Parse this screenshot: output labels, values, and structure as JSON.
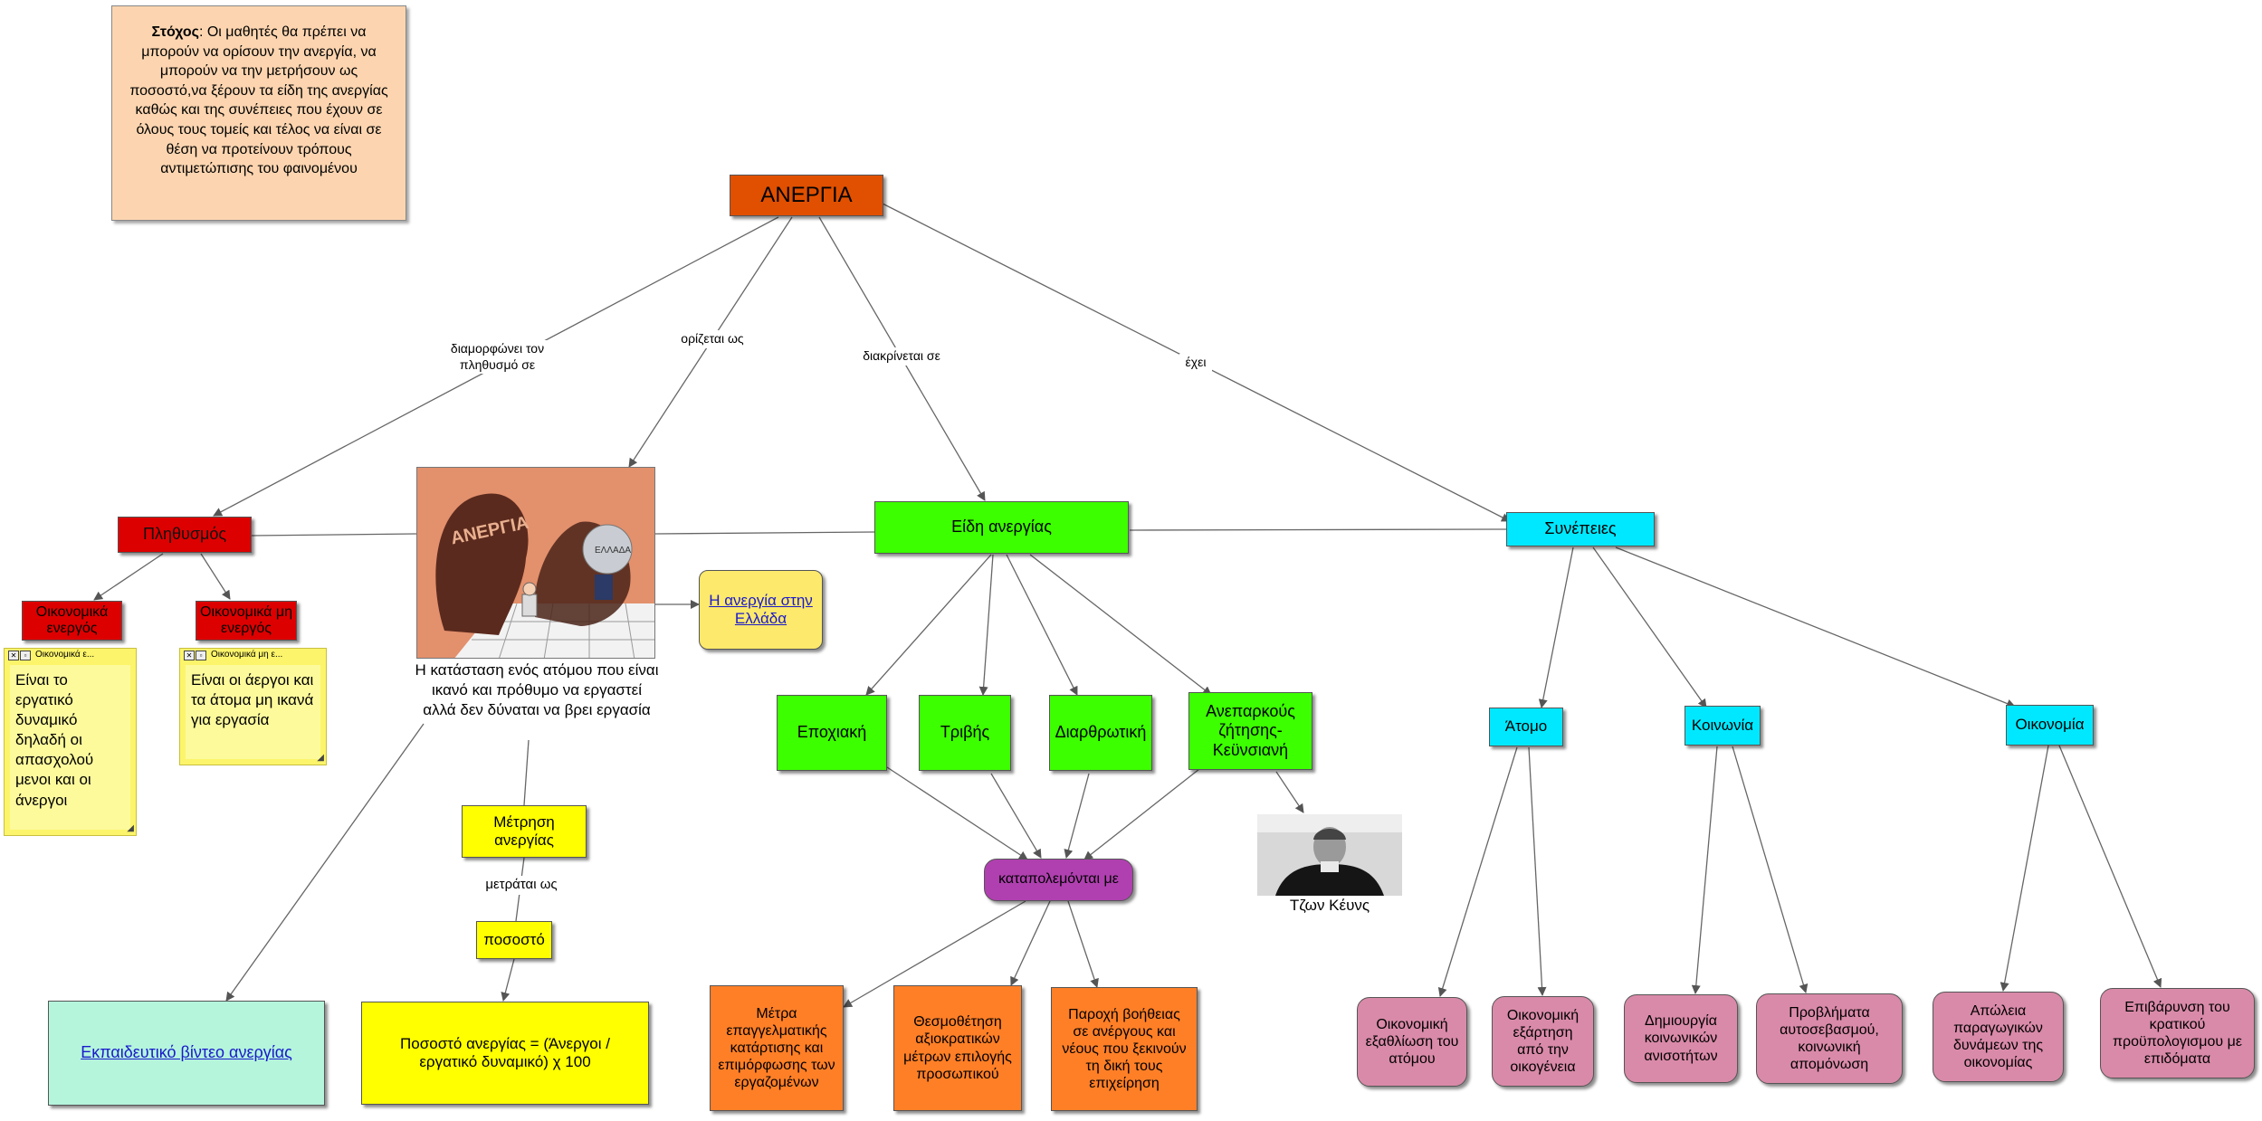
{
  "goal": {
    "bold": "Στόχος",
    "text": ": Οι μαθητές θα πρέπει να μπορούν να ορίσουν την ανεργία, να μπορούν να την μετρήσουν ως ποσοστό,να ξέρουν τα είδη της ανεργίας καθώς και της συνέπειες που έχουν σε όλους τους τομείς και τέλος να είναι σε θέση να προτείνουν τρόπους αντιμετώπισης του φαινομένου"
  },
  "nodes": {
    "root": "ΑΝΕΡΓΙΑ",
    "population": "Πληθυσμός",
    "active": "Οικονομικά ενεργός",
    "inactive": "Οικονομικά μη ενεργός",
    "types": "Είδη ανεργίας",
    "consequences": "Συνέπειες",
    "greece_link": "Η ανεργία στην Ελλάδα",
    "definition": "Η κατάσταση ενός ατόμου που είναι ικανό και πρόθυμο να εργαστεί αλλά δεν δύναται να βρει εργασία",
    "measure": "Μέτρηση ανεργίας",
    "percent": "ποσοστό",
    "formula": "Ποσοστό ανεργίας = (Άνεργοι / εργατικό δυναμικό) χ 100",
    "video_link": "Εκπαιδευτικό βίντεο ανεργίας",
    "seasonal": "Εποχιακή",
    "frictional": "Τριβής",
    "structural": "Διαρθρωτική",
    "keynesian": "Ανεπαρκούς ζήτησης-Κεϋνσιανή",
    "combat": "καταπολεμόνται με",
    "keynes_caption": "Τζων Κέυνς",
    "m1": "Μέτρα επαγγελματικής κατάρτισης και επιμόρφωσης των εργαζομένων",
    "m2": "Θεσμοθέτηση αξιοκρατικών μέτρων επιλογής προσωπικού",
    "m3": "Παροχή βοήθειας σε ανέργους και νέους που ξεκινούν τη δική τους επιχείρηση",
    "individual": "Άτομο",
    "society": "Κοινωνία",
    "economy": "Οικονομία",
    "c1": "Οικονομική εξαθλίωση του ατόμου",
    "c2": "Οικονομική εξάρτηση από την οικογένεια",
    "c3": "Δημιουργία κοινωνικών ανισοτήτων",
    "c4": "Προβλήματα αυτοσεβασμού, κοινωνική απομόνωση",
    "c5": "Απώλεια παραγωγικών δυνάμεων της οικονομίας",
    "c6": "Επιβάρυνση του κρατικού προϋπολογισμου με επιδόματα"
  },
  "notes": {
    "active_title": "Οικονομικά ε...",
    "active_text": "Είναι το εργατικό δυναμικό δηλαδή οι απασχολού μενοι και οι άνεργοι",
    "inactive_title": "Οικονομικά μη ε...",
    "inactive_text": "Είναι οι άεργοι και τα άτομα μη ικανά για εργασία"
  },
  "links": {
    "shapes_population": "διαμορφώνει τον πληθυσμό σε",
    "defined_as": "ορίζεται ως",
    "divided_into": "διακρίνεται σε",
    "has": "έχει",
    "measured_as": "μετράται ως"
  },
  "cartoon": {
    "word": "ΑΝΕΡΓΙΑ",
    "ball": "ΕΛΛΑΔΑ"
  },
  "colors": {
    "root": "#e05000",
    "red": "#dd0000",
    "green": "#3cff00",
    "cyan": "#00e8ff",
    "yellow": "#ffff00",
    "orange": "#ff7f27",
    "pink": "#d98aa8",
    "purple": "#b040b0",
    "teal": "#b4f5dc",
    "goal": "#fcd5b0",
    "note": "#fcf56b"
  }
}
